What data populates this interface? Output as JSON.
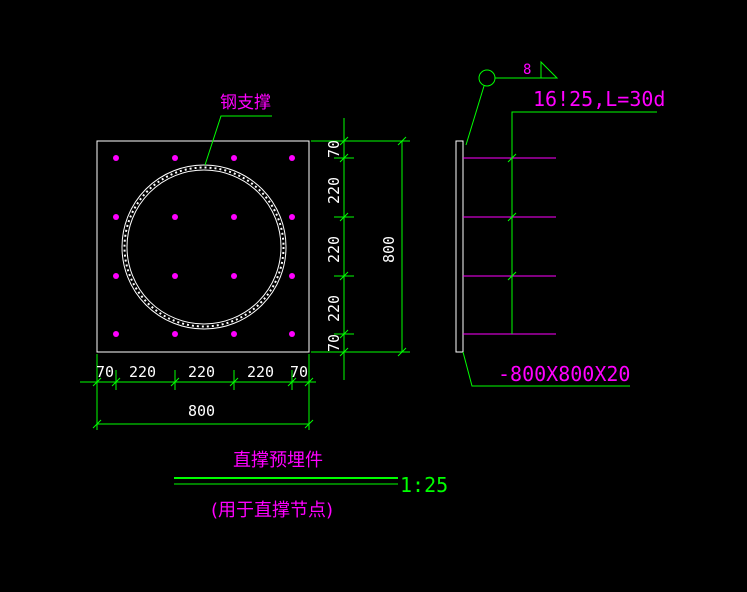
{
  "colors": {
    "background": "#000000",
    "outline": "#FFFFFF",
    "dimension": "#00FF00",
    "label": "#FF00FF",
    "bolt": "#FF00FF"
  },
  "plan_view": {
    "leader_label": "钢支撑",
    "bolt_grid": "4 x 4",
    "horizontal_dims": [
      "70",
      "220",
      "220",
      "220",
      "70"
    ],
    "horizontal_total": "800",
    "vertical_dims": [
      "70",
      "220",
      "220",
      "220",
      "70"
    ],
    "vertical_total": "800"
  },
  "side_view": {
    "mark": "8",
    "anchor_spec": "16!25,L=30d",
    "plate_spec": "-800X800X20"
  },
  "title_block": {
    "title": "直撑预埋件",
    "scale": "1:25",
    "subtitle": "(用于直撑节点)"
  }
}
